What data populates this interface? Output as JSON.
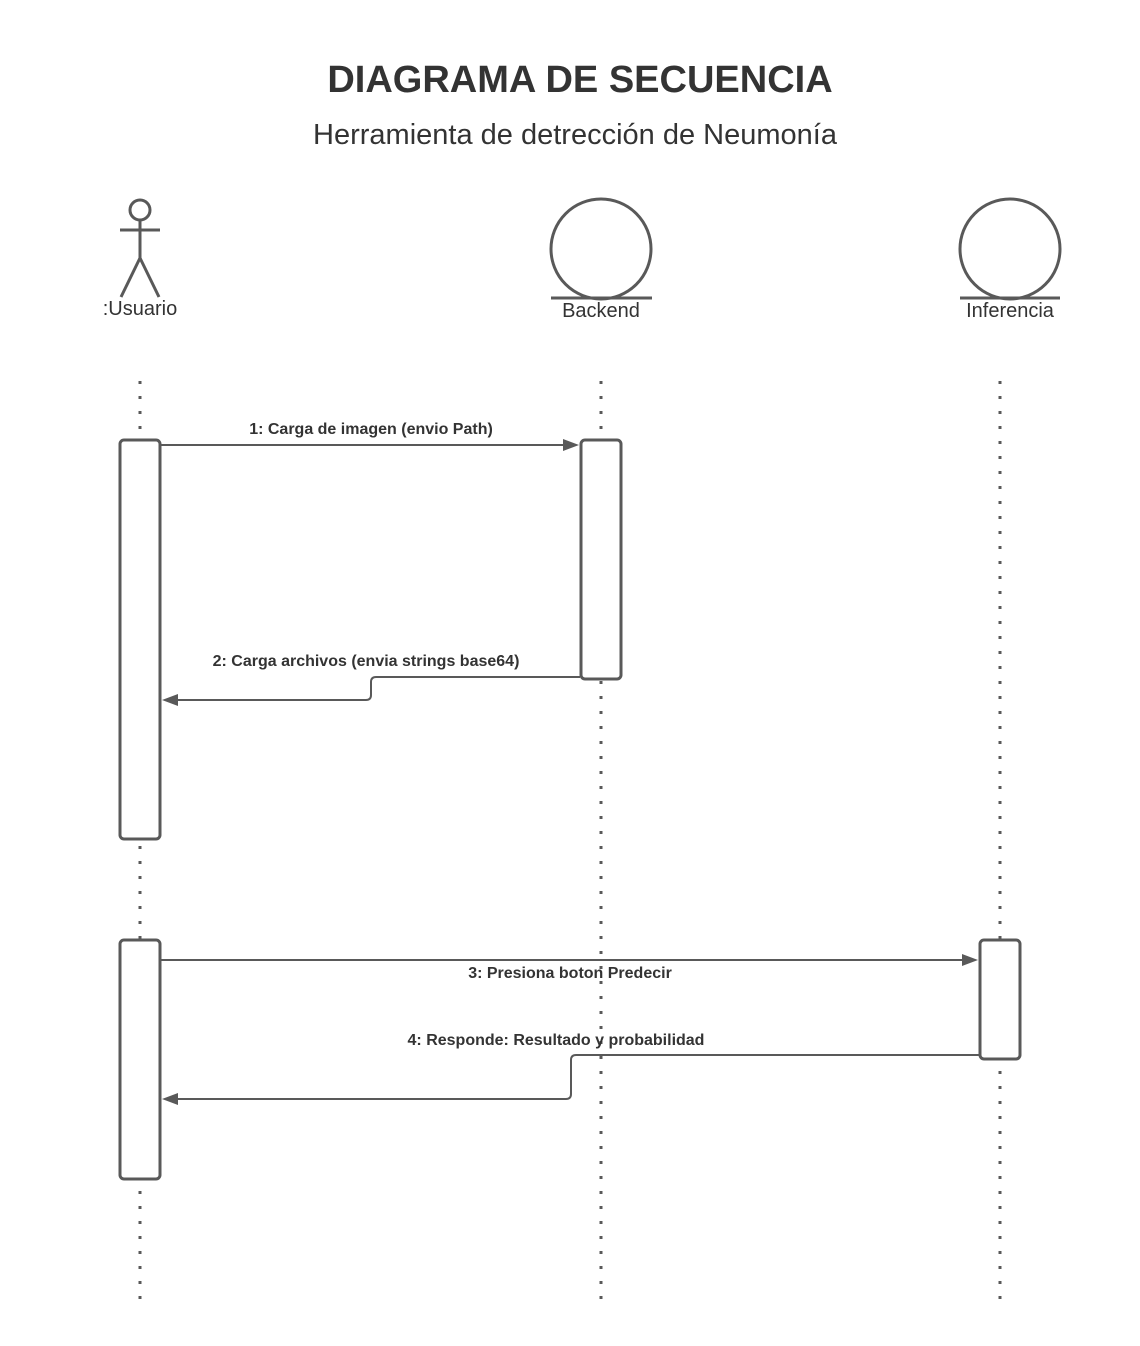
{
  "title": "DIAGRAMA DE SECUENCIA",
  "subtitle": "Herramienta de detrección de Neumonía",
  "participants": [
    {
      "name": ":Usuario",
      "shape": "actor"
    },
    {
      "name": "Backend",
      "shape": "entity-circle"
    },
    {
      "name": "Inferencia",
      "shape": "entity-circle"
    }
  ],
  "messages": [
    {
      "label": "1: Carga de imagen (envio Path)",
      "from": ":Usuario",
      "to": "Backend"
    },
    {
      "label": "2: Carga archivos (envia strings base64)",
      "from": "Backend",
      "to": ":Usuario"
    },
    {
      "label": "3: Presiona boton Predecir",
      "from": ":Usuario",
      "to": "Inferencia"
    },
    {
      "label": "4: Responde: Resultado y probabilidad",
      "from": "Inferencia",
      "to": ":Usuario"
    }
  ],
  "colors": {
    "line": "#595959",
    "text": "#333333",
    "background": "#ffffff"
  }
}
